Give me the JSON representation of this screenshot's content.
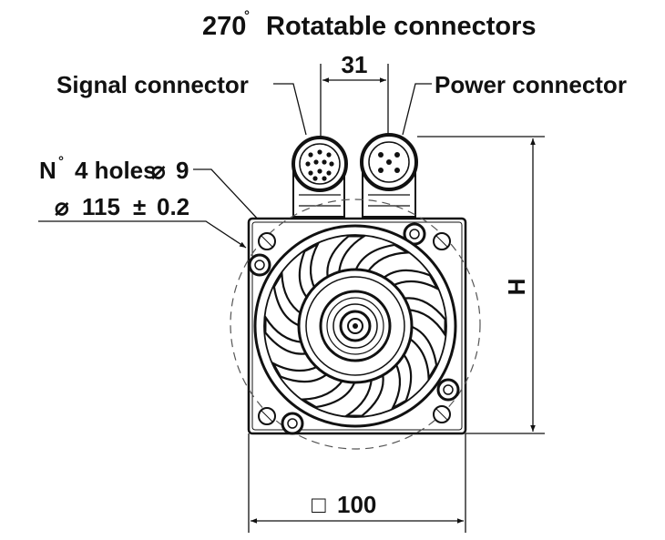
{
  "title": {
    "angle": "270",
    "degree": "°",
    "text": "Rotatable connectors"
  },
  "callouts": {
    "signal": "Signal connector",
    "power": "Power connector"
  },
  "dimensions": {
    "connector_spacing": "31",
    "holes_prefix": "N",
    "holes_degree": "°",
    "holes_text": "4 holes",
    "hole_diameter_symbol": "⌀",
    "hole_diameter": "9",
    "bolt_circle_symbol": "⌀",
    "bolt_circle": "115",
    "bolt_circle_tol_symbol": "±",
    "bolt_circle_tol": "0.2",
    "height": "H",
    "square_symbol": "□",
    "width": "100"
  },
  "colors": {
    "ink": "#111111",
    "background": "#ffffff"
  }
}
